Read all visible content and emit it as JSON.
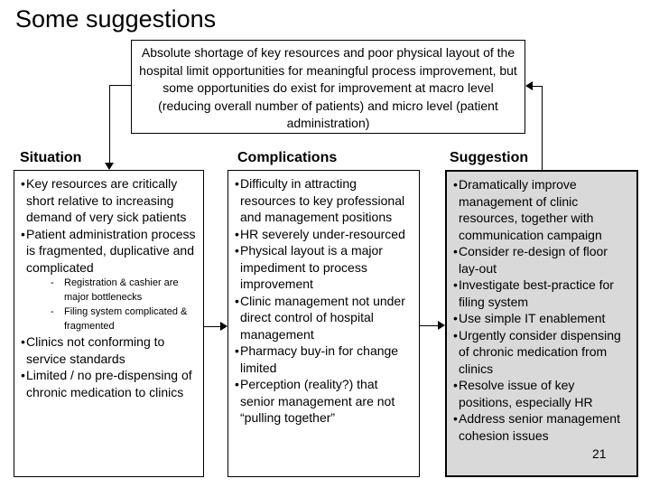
{
  "slide": {
    "title": "Some suggestions",
    "page_number": "21",
    "summary": "Absolute shortage of key resources and poor physical layout of the hospital limit opportunities for meaningful process improvement, but some opportunities do exist for improvement at macro level (reducing overall number of patients) and micro level (patient administration)",
    "columns": [
      {
        "id": "situation",
        "header": "Situation",
        "items": [
          {
            "level": 1,
            "text": "Key resources are critically short relative to increasing demand of very sick patients"
          },
          {
            "level": 1,
            "text": "Patient administration process is fragmented, duplicative and complicated"
          },
          {
            "level": 2,
            "text": "Registration & cashier are major bottlenecks"
          },
          {
            "level": 2,
            "text": "Filing system complicated & fragmented"
          },
          {
            "level": 1,
            "text": "Clinics not conforming to service standards"
          },
          {
            "level": 1,
            "text": "Limited / no pre-dispensing of chronic medication to clinics"
          }
        ]
      },
      {
        "id": "complications",
        "header": "Complications",
        "items": [
          {
            "level": 1,
            "text": "Difficulty in attracting resources to key professional and management positions"
          },
          {
            "level": 1,
            "text": "HR severely under-resourced"
          },
          {
            "level": 1,
            "text": "Physical layout is a major impediment to process improvement"
          },
          {
            "level": 1,
            "text": "Clinic management not under direct control of hospital management"
          },
          {
            "level": 1,
            "text": "Pharmacy buy-in for change limited"
          },
          {
            "level": 1,
            "text": "Perception (reality?) that senior management are not “pulling together”"
          }
        ]
      },
      {
        "id": "suggestion",
        "header": "Suggestion",
        "items": [
          {
            "level": 1,
            "text": "Dramatically improve management of clinic resources, together with communication campaign"
          },
          {
            "level": 1,
            "text": "Consider re-design of floor lay-out"
          },
          {
            "level": 1,
            "text": "Investigate best-practice for filing system"
          },
          {
            "level": 1,
            "text": "Use simple IT enablement"
          },
          {
            "level": 1,
            "text": "Urgently consider dispensing of chronic medication from clinics"
          },
          {
            "level": 1,
            "text": "Resolve issue of key positions, especially HR"
          },
          {
            "level": 1,
            "text": "Address senior management cohesion issues"
          }
        ]
      }
    ],
    "connectors": {
      "summary_to_situation": "elbow-down-arrow",
      "suggestion_to_summary": "elbow-left-arrow",
      "situation_to_complications": "right-arrow",
      "complications_to_suggestion": "right-arrow"
    },
    "colors": {
      "background": "#ffffff",
      "text": "#000000",
      "border": "#000000",
      "suggestion_box_fill": "#d9d9d9"
    }
  }
}
